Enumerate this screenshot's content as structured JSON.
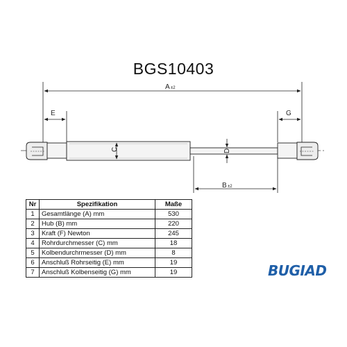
{
  "title": "BGS10403",
  "dimension_labels": {
    "overall_length": "A",
    "overall_tolerance": "±2",
    "stroke": "B",
    "stroke_tolerance": "±2",
    "tube_diameter": "C",
    "rod_diameter": "D",
    "tube_connection": "E",
    "rod_connection": "G"
  },
  "table": {
    "headers": [
      "Nr",
      "Spezifikation",
      "Maße"
    ],
    "rows": [
      {
        "nr": "1",
        "spec": "Gesamtlänge (A) mm",
        "value": "530"
      },
      {
        "nr": "2",
        "spec": "Hub (B)  mm",
        "value": "220"
      },
      {
        "nr": "3",
        "spec": "Kraft (F) Newton",
        "value": "245"
      },
      {
        "nr": "4",
        "spec": "Rohrdurchmesser (C) mm",
        "value": "18"
      },
      {
        "nr": "5",
        "spec": "Kolbendurchrmesser (D) mm",
        "value": "8"
      },
      {
        "nr": "6",
        "spec": "Anschluß Rohrseitig (E) mm",
        "value": "19"
      },
      {
        "nr": "7",
        "spec": "Anschluß Kolbenseitig (G) mm",
        "value": "19"
      }
    ]
  },
  "brand": {
    "text": "BUGIAD",
    "color": "#1f5fa8"
  },
  "colors": {
    "line": "#222222",
    "body_fill": "#f4f4f4",
    "end_fill": "#ededed"
  }
}
